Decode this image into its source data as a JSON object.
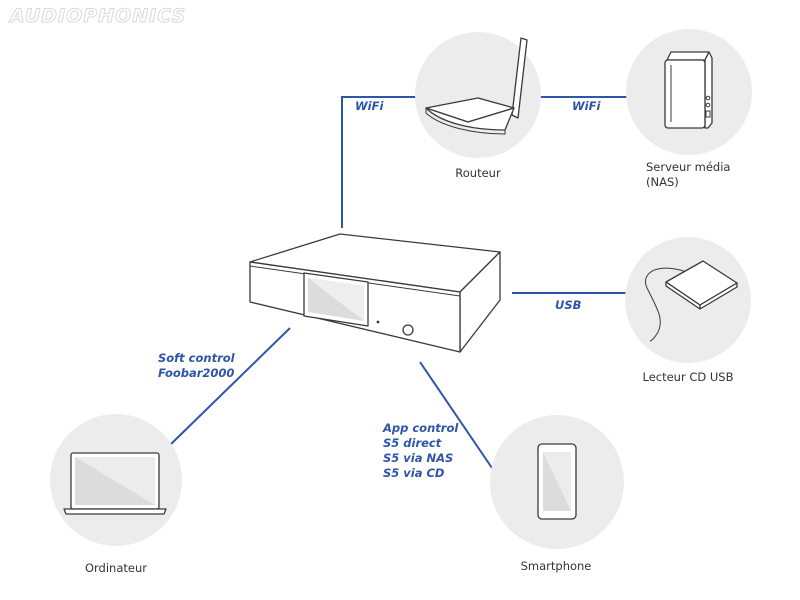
{
  "brand": {
    "text": "AUDIOPHONICS"
  },
  "links": {
    "wifi_left": "WiFi",
    "wifi_right": "WiFi",
    "usb": "USB",
    "soft_control": [
      "Soft control",
      "Foobar2000"
    ],
    "app_control": [
      "App control",
      "S5 direct",
      "S5 via NAS",
      "S5 via CD"
    ]
  },
  "nodes": {
    "router": [
      "Routeur"
    ],
    "nas": [
      "Serveur média",
      "(NAS)"
    ],
    "cd": [
      "Lecteur CD USB"
    ],
    "computer": [
      "Ordinateur"
    ],
    "smartphone": [
      "Smartphone"
    ]
  },
  "colors": {
    "link": "#2d55a8",
    "halo": "#ececec",
    "outline": "#3a3a3a"
  }
}
